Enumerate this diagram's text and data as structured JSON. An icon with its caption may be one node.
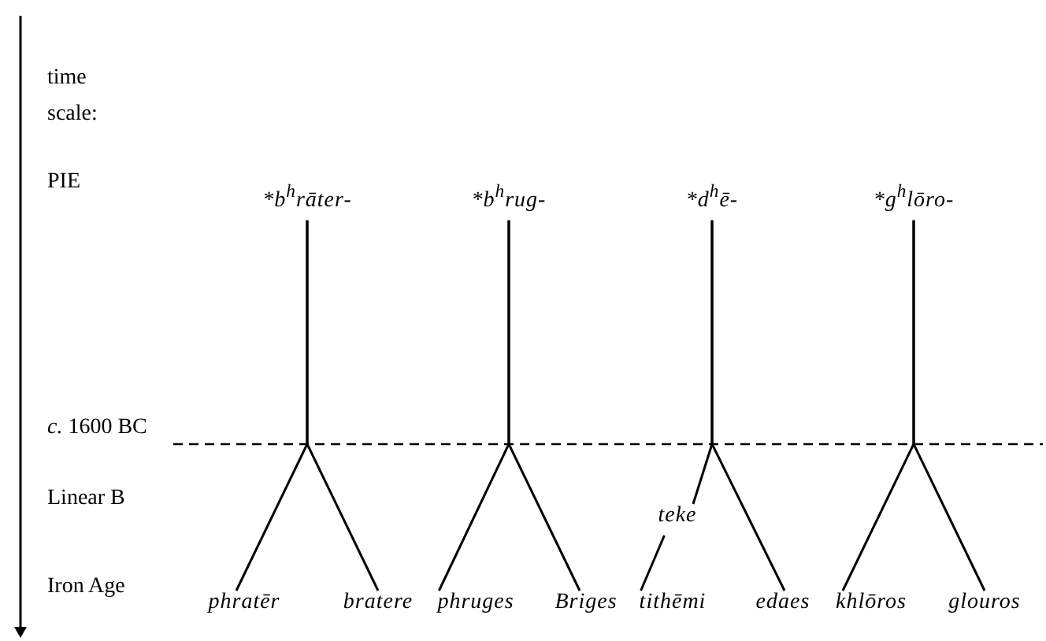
{
  "diagram": {
    "nodes": [
      {
        "text": [
          "*b$^{h}$rāter-"
        ]
      },
      {
        "text": [
          "*b$^{h}$rug-"
        ]
      },
      {
        "text": [
          "*d$^{h}$ē-"
        ]
      },
      {
        "text": [
          "*g$^{h}$lōro-"
        ]
      },
      {
        "text": [
          "teke"
        ]
      },
      {
        "text": [
          "phratēr"
        ]
      },
      {
        "text": [
          "bratere"
        ]
      },
      {
        "text": [
          "phruges"
        ]
      },
      {
        "text": [
          "Briges"
        ]
      },
      {
        "text": [
          "tithēmi"
        ]
      },
      {
        "text": [
          "edaes"
        ]
      },
      {
        "text": [
          "khlōros"
        ]
      },
      {
        "text": [
          "glouros"
        ]
      }
    ],
    "edges": [
      {
        "from": 0,
        "to": 5,
        "arrow": "none"
      },
      {
        "from": 0,
        "to": 6,
        "arrow": "none"
      },
      {
        "from": 1,
        "to": 7,
        "arrow": "none"
      },
      {
        "from": 1,
        "to": 8,
        "arrow": "none"
      },
      {
        "from": 2,
        "to": 4,
        "arrow": "none"
      },
      {
        "from": 4,
        "to": 9,
        "arrow": "none"
      },
      {
        "from": 2,
        "to": 10,
        "arrow": "none"
      },
      {
        "from": 3,
        "to": 11,
        "arrow": "none"
      },
      {
        "from": 3,
        "to": 12,
        "arrow": "none"
      }
    ],
    "labels": [
      "time scale:",
      "PIE",
      "*c.* 1600 BC",
      "Linear B",
      "Iron Age"
    ]
  }
}
